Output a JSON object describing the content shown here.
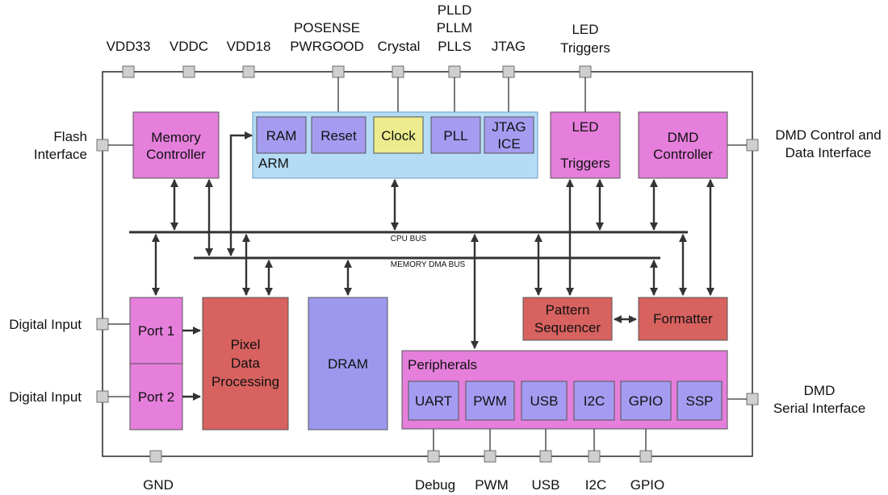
{
  "pins_top": {
    "vdd33": "VDD33",
    "vddc": "VDDC",
    "vdd18": "VDD18",
    "posense": [
      "POSENSE",
      "PWRGOOD"
    ],
    "crystal": "Crystal",
    "pll": [
      "PLLD",
      "PLLM",
      "PLLS"
    ],
    "jtag": "JTAG",
    "led": [
      "LED",
      "Triggers"
    ]
  },
  "pins_left": {
    "flash": [
      "Flash",
      "Interface"
    ],
    "digital_input_1": "Digital Input",
    "digital_input_2": "Digital Input"
  },
  "pins_right": {
    "dmd_control": [
      "DMD Control and",
      "Data Interface"
    ],
    "dmd_serial": [
      "DMD",
      "Serial Interface"
    ]
  },
  "pins_bottom": {
    "gnd": "GND",
    "debug": "Debug",
    "pwm": "PWM",
    "usb": "USB",
    "i2c": "I2C",
    "gpio": "GPIO"
  },
  "arm": {
    "label": "ARM",
    "ram": "RAM",
    "reset": "Reset",
    "clock": "Clock",
    "pll": "PLL",
    "jtag_ice": [
      "JTAG",
      "ICE"
    ]
  },
  "blocks": {
    "memory_controller": [
      "Memory",
      "Controller"
    ],
    "led_triggers": [
      "LED",
      "Triggers"
    ],
    "dmd_controller": [
      "DMD",
      "Controller"
    ],
    "port1": "Port 1",
    "port2": "Port 2",
    "pixel_data": [
      "Pixel",
      "Data",
      "Processing"
    ],
    "dram": "DRAM",
    "pattern_sequencer": [
      "Pattern",
      "Sequencer"
    ],
    "formatter": "Formatter"
  },
  "buses": {
    "cpu": "CPU BUS",
    "memory_dma": "MEMORY DMA BUS"
  },
  "peripherals": {
    "label": "Peripherals",
    "uart": "UART",
    "pwm": "PWM",
    "usb": "USB",
    "i2c": "I2C",
    "gpio": "GPIO",
    "ssp": "SSP"
  },
  "colors": {
    "magenta": "#e57fdb",
    "lilac": "#a59cf1",
    "arm_blue": "#b5dcf5",
    "clock_yellow": "#ecec8e",
    "red": "#d7625f",
    "dram": "#9d98ee"
  }
}
